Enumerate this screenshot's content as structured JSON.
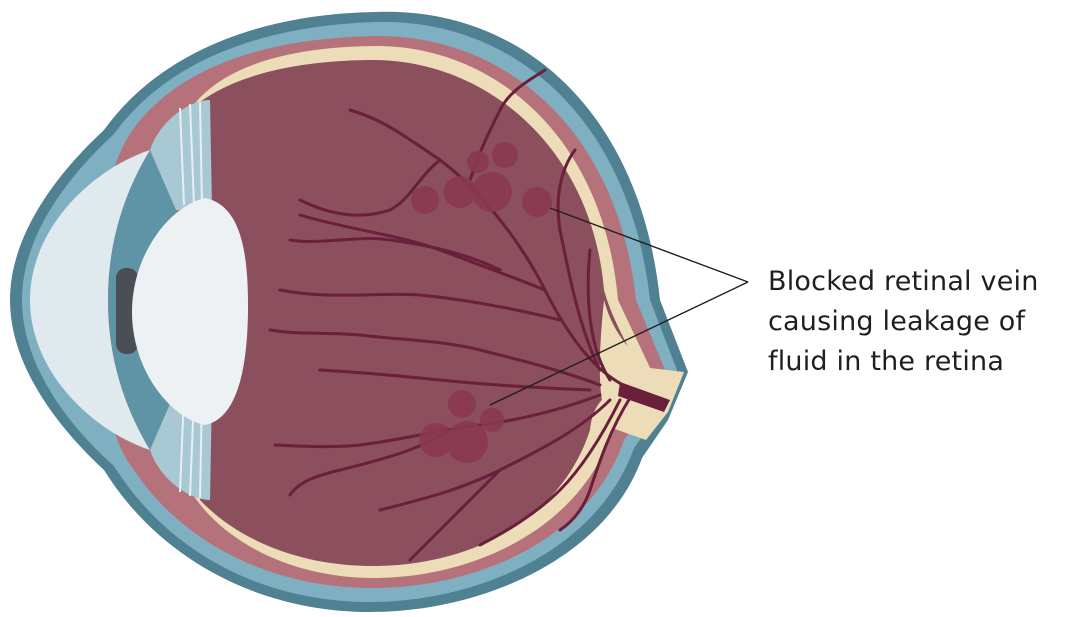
{
  "annotation": {
    "lines": [
      "Blocked retinal vein",
      "causing leakage of",
      "fluid in the retina"
    ]
  },
  "colors": {
    "outer_sclera": "#4f8193",
    "sclera_light": "#7fb0c2",
    "choroid": "#b5727a",
    "retina_cream": "#ecdcb8",
    "vitreous": "#8b4f5e",
    "vein": "#6a1f3a",
    "hemorrhage": "#8a3950",
    "lens": "#eef1f3",
    "cornea": "#dfe9ee",
    "iris": "#4a4f55"
  }
}
